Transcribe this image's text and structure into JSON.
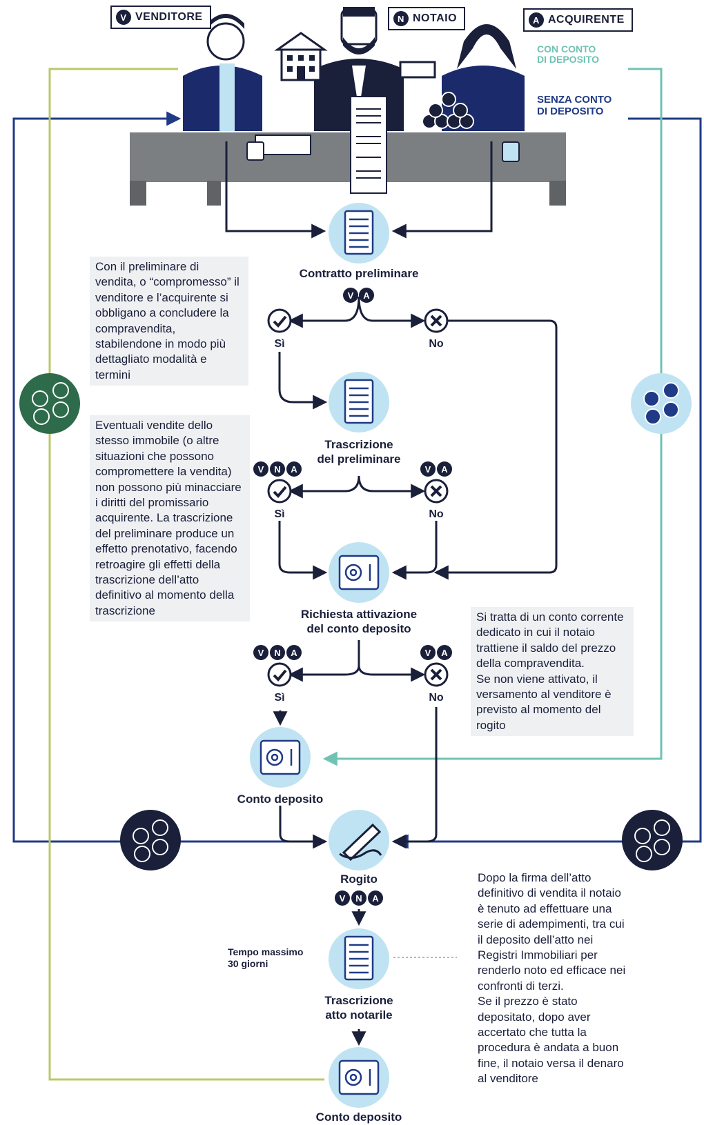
{
  "roles": {
    "venditore": {
      "letter": "V",
      "label": "VENDITORE"
    },
    "notaio": {
      "letter": "N",
      "label": "NOTAIO"
    },
    "acquirente": {
      "letter": "A",
      "label": "ACQUIRENTE"
    }
  },
  "legend": {
    "with_deposit": "CON CONTO\nDI DEPOSITO",
    "without_deposit": "SENZA CONTO\nDI DEPOSITO"
  },
  "nodes": {
    "contratto_preliminare": "Contratto preliminare",
    "trascrizione_preliminare": "Trascrizione\ndel preliminare",
    "richiesta_attivazione": "Richiesta attivazione\ndel conto deposito",
    "conto_deposito_1": "Conto deposito",
    "rogito": "Rogito",
    "trascrizione_atto": "Trascrizione\natto notarile",
    "conto_deposito_2": "Conto deposito"
  },
  "choices": {
    "yes": "Sì",
    "no": "No"
  },
  "time_label": "Tempo massimo\n30 giorni",
  "notes": {
    "preliminare": "Con il preliminare di vendita, o “compromesso” il venditore e l’acquirente si obbligano a concludere la compravendita, stabilendone in modo più dettagliato modalità e termini",
    "trascrizione": "Eventuali vendite dello stesso immobile (o altre situazioni che possono compromettere la vendita) non possono più minacciare i diritti del promissario acquirente. La trascrizione del preliminare produce un effetto prenotativo, facendo retroagire gli effetti della trascrizione dell’atto definitivo al momento della trascrizione",
    "conto": "Si tratta di un conto corrente dedicato in cui il notaio trattiene il saldo del prezzo della compravendita.\nSe non viene attivato, il versamento al venditore è previsto al momento del rogito",
    "rogito": "Dopo la firma dell’atto definitivo di vendita il notaio è tenuto ad effettuare una serie di adempimenti, tra cui il deposito dell’atto nei Registri Immobiliari per renderlo noto ed efficace nei confronti di terzi.\nSe il prezzo è stato depositato, dopo aver accertato che tutta la procedura è andata a buon fine, il notaio versa il denaro al venditore"
  },
  "colors": {
    "navy": "#1a1f3a",
    "blue": "#1f3a86",
    "teal": "#6fc3b3",
    "light_blue": "#bfe3f2",
    "green": "#2e6b4a",
    "yellow_green": "#b8c86a"
  },
  "icons": {
    "document": "document-icon",
    "safe": "safe-icon",
    "pen": "signing-pen-icon",
    "coins": "coins-icon",
    "check": "check-icon",
    "cross": "cross-icon"
  }
}
